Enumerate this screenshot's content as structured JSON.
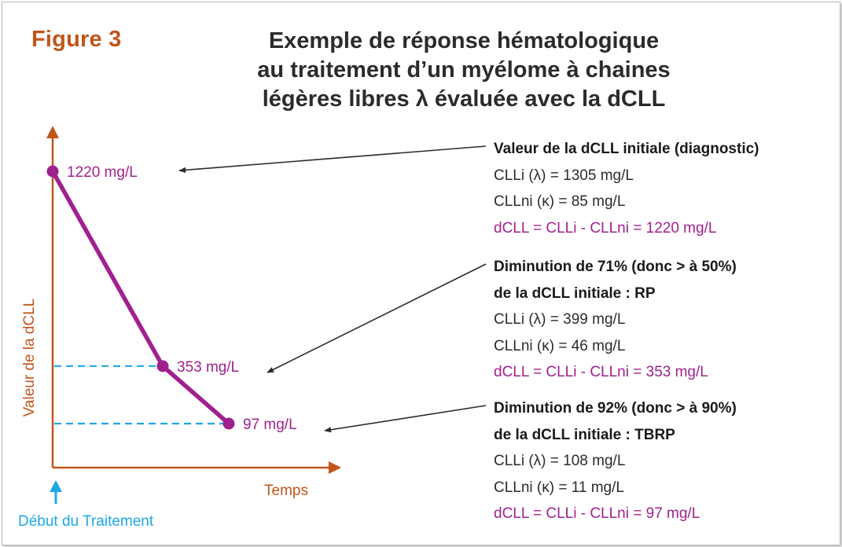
{
  "figure_label": "Figure 3",
  "title_lines": [
    "Exemple de réponse hématologique",
    "au traitement d’un myélome à chaines",
    "légères libres λ évaluée avec la dCLL"
  ],
  "colors": {
    "axis": "#c0561b",
    "series": "#a0218e",
    "guide": "#1ea7e4",
    "text": "#2b2b2b"
  },
  "chart_data": {
    "type": "line",
    "ylabel": "Valeur de la dCLL",
    "xlabel": "Temps",
    "start_label": "Début du Traitement",
    "points": [
      {
        "x": 0,
        "y": 1220,
        "label": "1220 mg/L"
      },
      {
        "x": 1,
        "y": 353,
        "label": "353 mg/L"
      },
      {
        "x": 1.6,
        "y": 97,
        "label": "97 mg/L"
      }
    ],
    "ylim": [
      0,
      1300
    ],
    "grid": false
  },
  "info_blocks": [
    {
      "heading": [
        "Valeur de la dCLL initiale (diagnostic)"
      ],
      "lines": [
        "CLLi (λ) = 1305 mg/L",
        "CLLni (κ) = 85 mg/L"
      ],
      "result": "dCLL = CLLi - CLLni = 1220 mg/L"
    },
    {
      "heading": [
        "Diminution de 71% (donc > à 50%)",
        "de la dCLL initiale : RP"
      ],
      "lines": [
        "CLLi (λ) =  399 mg/L",
        "CLLni (κ) = 46 mg/L"
      ],
      "result": "dCLL = CLLi - CLLni = 353 mg/L"
    },
    {
      "heading": [
        "Diminution de 92% (donc > à 90%)",
        "de la dCLL initiale : TBRP"
      ],
      "lines": [
        "CLLi (λ) =  108 mg/L",
        "CLLni (κ) = 11 mg/L"
      ],
      "result": "dCLL = CLLi - CLLni = 97 mg/L"
    }
  ]
}
